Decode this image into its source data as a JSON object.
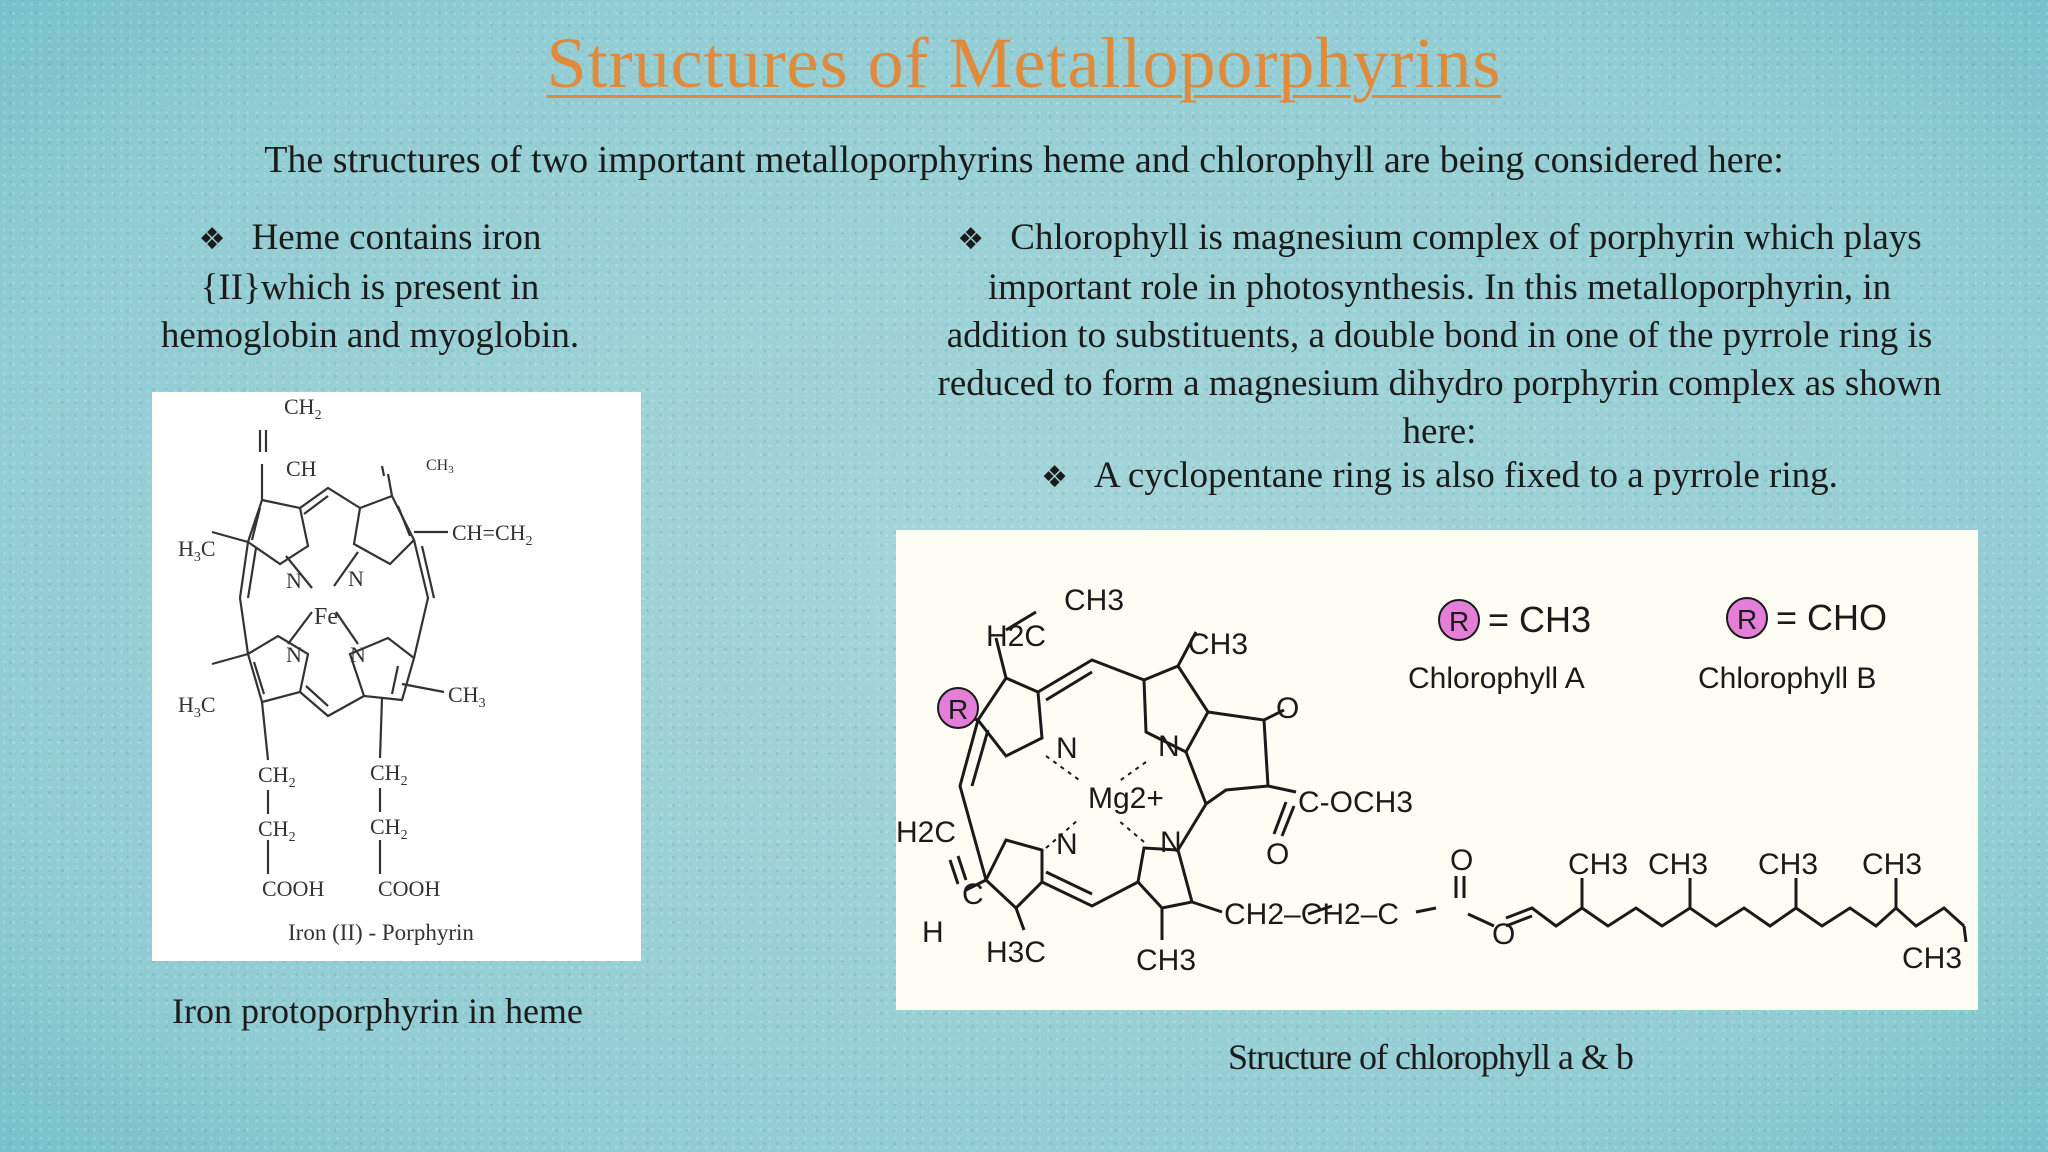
{
  "title": "Structures of Metalloporphyrins",
  "intro": "The structures of two important metalloporphyrins heme and chlorophyll are being considered here:",
  "left_bullet": {
    "lines": [
      "Heme contains iron",
      "{II}which is present in",
      "hemoglobin and myoglobin."
    ]
  },
  "right_bullet": {
    "lines": [
      "Chlorophyll is magnesium complex of porphyrin which plays",
      "important role in photosynthesis. In this metalloporphyrin, in",
      "addition to substituents, a double bond in one of the pyrrole ring is",
      "reduced to form a magnesium dihydro porphyrin complex as shown",
      "here:"
    ],
    "sub_bullet": "A cyclopentane ring is also fixed to a pyrrole ring."
  },
  "bullet_symbol": "❖",
  "heme_figure": {
    "label": "Iron (II) - Porphyrin",
    "caption": "Iron protoporphyrin in heme",
    "center_atom": "Fe",
    "nitrogen": "N",
    "top_group": [
      "CH",
      "CH"
    ],
    "right_top_group": "CH=CH",
    "left_top_group": "H",
    "left_top_group_tail": "C",
    "left_bottom_group": "H",
    "left_bottom_group_tail": "C",
    "right_bottom_group": "CH",
    "chain_left": [
      "CH",
      "CH",
      "COOH"
    ],
    "chain_right": [
      "CH",
      "CH",
      "COOH"
    ],
    "sub2": "2",
    "sub3": "3"
  },
  "chlorophyll_figure": {
    "caption": "Structure of chlorophyll a & b",
    "legend_a_value": "= CH3",
    "legend_a_name": "Chlorophyll A",
    "legend_b_value": "= CHO",
    "legend_b_name": "Chlorophyll B",
    "r_symbol": "R",
    "center_atom": "Mg2+",
    "nitrogen": "N",
    "ch3": "CH3",
    "h2c": "H2C",
    "h3c": "H3C",
    "ester": "C-OCH3",
    "chain": "CH2–CH2–C",
    "o": "O",
    "c": "C",
    "h": "H"
  },
  "colors": {
    "title": "#e08a3c",
    "r_badge": "#e37fd8",
    "background": "#9fd3d8"
  }
}
